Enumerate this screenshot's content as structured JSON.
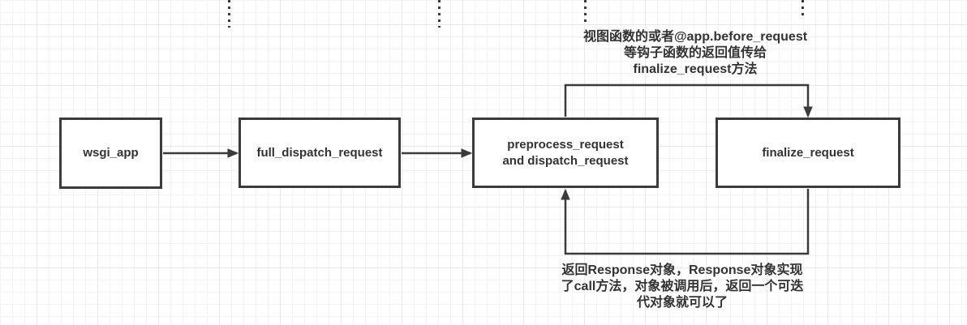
{
  "diagram": {
    "nodes": [
      {
        "id": "wsgi_app",
        "label": "wsgi_app"
      },
      {
        "id": "full_dispatch_request",
        "label": "full_dispatch_request"
      },
      {
        "id": "preprocess_and_dispatch",
        "line1": "preprocess_request",
        "line2": "and dispatch_request"
      },
      {
        "id": "finalize_request",
        "label": "finalize_request"
      }
    ],
    "annotations": {
      "top": {
        "lines": [
          "视图函数的或者@app.before_request",
          "等钩子函数的返回值传给",
          "finalize_request方法"
        ]
      },
      "bottom": {
        "lines": [
          "返回Response对象，Response对象实现",
          "了call方法，对象被调用后，返回一个可迭",
          "代对象就可以了"
        ]
      }
    },
    "colors": {
      "stroke": "#3b3b3b",
      "text": "#333333",
      "grid_minor": "#f4f4f4",
      "grid_major": "#e8e8e8",
      "background": "#ffffff"
    }
  }
}
